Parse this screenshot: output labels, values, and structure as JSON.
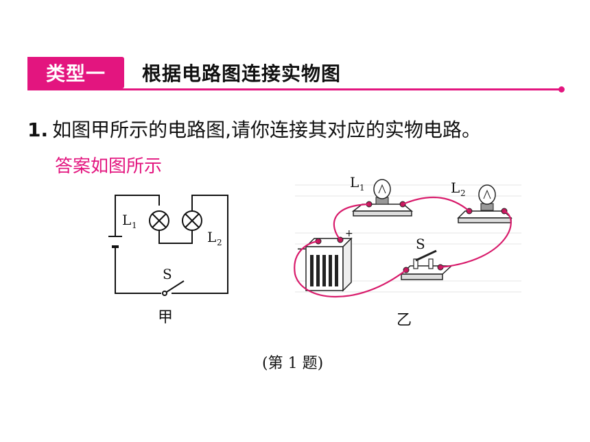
{
  "header": {
    "badge_label": "类型一",
    "title": "根据电路图连接实物图"
  },
  "question": {
    "number": "1.",
    "text": "如图甲所示的电路图,请你连接其对应的实物电路。"
  },
  "answer_text": "答案如图所示",
  "figure_left": {
    "label": "甲",
    "lamp1_label": "L",
    "lamp1_sub": "1",
    "lamp2_label": "L",
    "lamp2_sub": "2",
    "switch_label": "S"
  },
  "figure_right": {
    "label": "乙",
    "lamp1_label": "L",
    "lamp1_sub": "1",
    "lamp2_label": "L",
    "lamp2_sub": "2",
    "switch_label": "S",
    "battery_minus": "−",
    "battery_plus": "+"
  },
  "caption": "(第 1 题)",
  "colors": {
    "accent": "#e3157f",
    "wire": "#d81b6b"
  }
}
